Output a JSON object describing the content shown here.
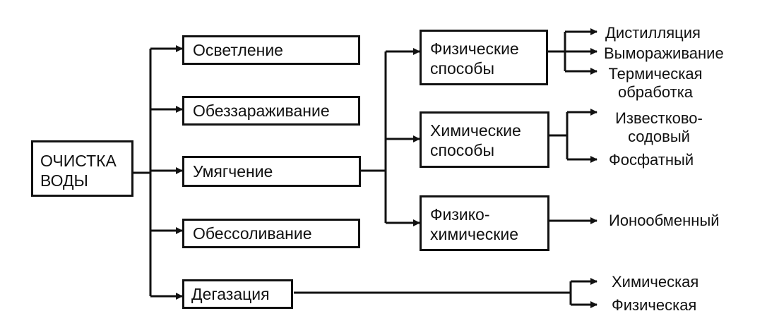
{
  "root": {
    "line1": "ОЧИСТКА",
    "line2": "ВОДЫ"
  },
  "methods": {
    "clarification": "Осветление",
    "disinfection": "Обеззараживание",
    "softening": "Умягчение",
    "desalination": "Обессоливание",
    "degassing": "Дегазация"
  },
  "softening_methods": {
    "physical": {
      "line1": "Физические",
      "line2": "способы"
    },
    "chemical": {
      "line1": "Химические",
      "line2": "способы"
    },
    "physchem": {
      "line1": "Физико-",
      "line2": "химические"
    }
  },
  "physical_items": {
    "distillation": "Дистилляция",
    "freezing": "Вымораживание",
    "thermal_line1": "Термическая",
    "thermal_line2": "обработка"
  },
  "chemical_items": {
    "limesoda_line1": "Известково-",
    "limesoda_line2": "содовый",
    "phosphate": "Фосфатный"
  },
  "physchem_items": {
    "ion_exchange": "Ионообменный"
  },
  "degassing_items": {
    "chemical": "Химическая",
    "physical": "Физическая"
  }
}
